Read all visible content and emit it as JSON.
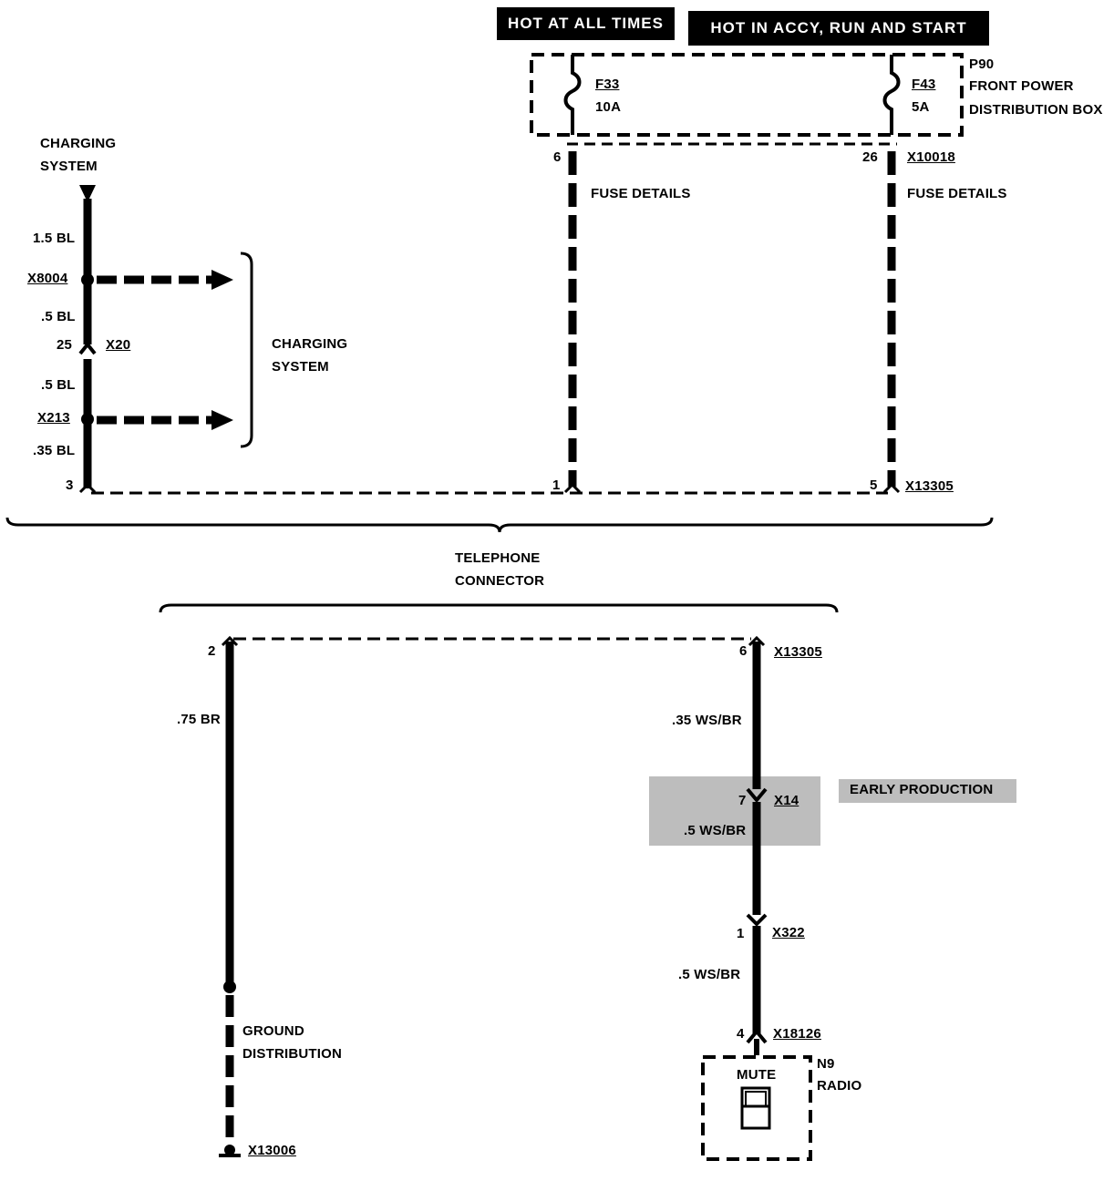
{
  "banners": {
    "hot_at_all_times": "HOT AT ALL TIMES",
    "hot_in_accy": "HOT IN ACCY, RUN AND START"
  },
  "fusebox": {
    "id": "P90",
    "name_line1": "FRONT POWER",
    "name_line2": "DISTRIBUTION BOX",
    "fuse1_name": "F33",
    "fuse1_rating": "10A",
    "fuse2_name": "F43",
    "fuse2_rating": "5A",
    "fuse1_pin": "6",
    "fuse2_pin": "26",
    "connector": "X10018",
    "fuse_details_1": "FUSE DETAILS",
    "fuse_details_2": "FUSE DETAILS"
  },
  "charging": {
    "top_label_line1": "CHARGING",
    "top_label_line2": "SYSTEM",
    "wire1": "1.5 BL",
    "splice1": "X8004",
    "wire2": ".5 BL",
    "pin_25": "25",
    "conn_x20": "X20",
    "wire3": ".5 BL",
    "splice2": "X213",
    "wire4": ".35 BL",
    "bracket_line1": "CHARGING",
    "bracket_line2": "SYSTEM"
  },
  "telephone_connector": {
    "pin_3": "3",
    "pin_1": "1",
    "pin_5": "5",
    "connector": "X13305",
    "label_line1": "TELEPHONE",
    "label_line2": "CONNECTOR",
    "pin_2": "2",
    "pin_6": "6",
    "connector_lower": "X13305"
  },
  "ground": {
    "wire": ".75 BR",
    "label_line1": "GROUND",
    "label_line2": "DISTRIBUTION",
    "ground_id": "X13006"
  },
  "radio_path": {
    "wire1": ".35 WS/BR",
    "early_pin": "7",
    "early_conn": "X14",
    "early_wire": ".5 WS/BR",
    "early_note": "EARLY PRODUCTION",
    "pin_1": "1",
    "conn_x322": "X322",
    "wire2": ".5 WS/BR",
    "pin_4": "4",
    "conn_x18126": "X18126",
    "mute": "MUTE",
    "radio_id": "N9",
    "radio_name": "RADIO"
  }
}
